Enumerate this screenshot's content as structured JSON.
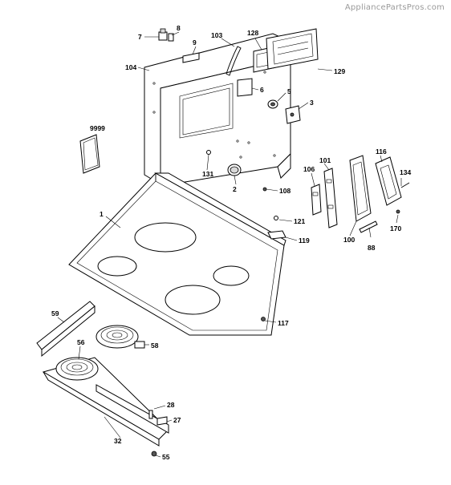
{
  "watermark": "AppliancePartsPros.com",
  "callouts": [
    {
      "key": "c7",
      "text": "7"
    },
    {
      "key": "c8",
      "text": "8"
    },
    {
      "key": "c9",
      "text": "9"
    },
    {
      "key": "c103",
      "text": "103"
    },
    {
      "key": "c128",
      "text": "128"
    },
    {
      "key": "c129",
      "text": "129"
    },
    {
      "key": "c104",
      "text": "104"
    },
    {
      "key": "c6",
      "text": "6"
    },
    {
      "key": "c5",
      "text": "5"
    },
    {
      "key": "c3",
      "text": "3"
    },
    {
      "key": "c9999",
      "text": "9999"
    },
    {
      "key": "c131",
      "text": "131"
    },
    {
      "key": "c2",
      "text": "2"
    },
    {
      "key": "c108",
      "text": "108"
    },
    {
      "key": "c106",
      "text": "106"
    },
    {
      "key": "c101",
      "text": "101"
    },
    {
      "key": "c116",
      "text": "116"
    },
    {
      "key": "c134",
      "text": "134"
    },
    {
      "key": "c1",
      "text": "1"
    },
    {
      "key": "c121",
      "text": "121"
    },
    {
      "key": "c119",
      "text": "119"
    },
    {
      "key": "c100",
      "text": "100"
    },
    {
      "key": "c88",
      "text": "88"
    },
    {
      "key": "c170",
      "text": "170"
    },
    {
      "key": "c59",
      "text": "59"
    },
    {
      "key": "c117",
      "text": "117"
    },
    {
      "key": "c56",
      "text": "56"
    },
    {
      "key": "c58",
      "text": "58"
    },
    {
      "key": "c28",
      "text": "28"
    },
    {
      "key": "c27",
      "text": "27"
    },
    {
      "key": "c32",
      "text": "32"
    },
    {
      "key": "c55",
      "text": "55"
    }
  ]
}
